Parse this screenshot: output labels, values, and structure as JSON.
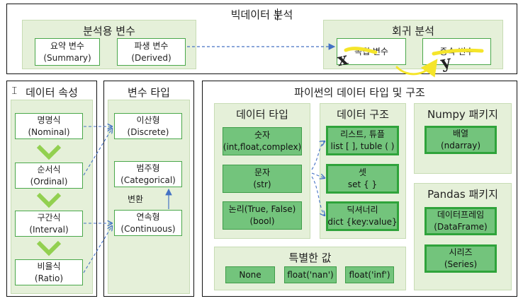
{
  "bigdata": {
    "title": "빅데이터 분석",
    "analysis_vars": {
      "title": "분석용 변수",
      "summary": {
        "line1": "요약 변수",
        "line2": "(Summary)"
      },
      "derived": {
        "line1": "파생 변수",
        "line2": "(Derived)"
      }
    },
    "regression": {
      "title": "회귀 분석",
      "independent": "독립 변수",
      "dependent": "종속 변수",
      "x_mark": "x",
      "y_mark": "y"
    }
  },
  "attributes": {
    "title": "데이터 속성",
    "items": [
      {
        "line1": "명명식",
        "line2": "(Nominal)"
      },
      {
        "line1": "순서식",
        "line2": "(Ordinal)"
      },
      {
        "line1": "구간식",
        "line2": "(Interval)"
      },
      {
        "line1": "비율식",
        "line2": "(Ratio)"
      }
    ]
  },
  "var_types": {
    "title": "변수 타입",
    "discrete": {
      "line1": "이산형",
      "line2": "(Discrete)"
    },
    "categorical": {
      "line1": "범주형",
      "line2": "(Categorical)"
    },
    "continuous": {
      "line1": "연속형",
      "line2": "(Continuous)"
    },
    "convert_label": "변환"
  },
  "python": {
    "title": "파이썬의 데이터 타입 및 구조",
    "data_types": {
      "title": "데이터 타입",
      "number": {
        "line1": "숫자",
        "line2": "(int,float,complex)"
      },
      "string": {
        "line1": "문자",
        "line2": "(str)"
      },
      "logic": {
        "line1": "논리(True, False)",
        "line2": "(bool)"
      }
    },
    "data_structures": {
      "title": "데이터 구조",
      "list": {
        "line1": "리스트, 튜플",
        "line2": "list [ ], tuble ( )"
      },
      "set": {
        "line1": "셋",
        "line2": "set { }"
      },
      "dict": {
        "line1": "딕셔너리",
        "line2": "dict {key:value}"
      }
    },
    "special_values": {
      "title": "특별한 값",
      "items": [
        "None",
        "float('nan')",
        "float('inf')"
      ]
    },
    "numpy": {
      "title": "Numpy 패키지",
      "array": {
        "line1": "배열",
        "line2": "(ndarray)"
      }
    },
    "pandas": {
      "title": "Pandas 패키지",
      "dataframe": {
        "line1": "데이터프레임",
        "line2": "(DataFrame)"
      },
      "series": {
        "line1": "시리즈",
        "line2": "(Series)"
      }
    }
  },
  "colors": {
    "panel_fill": "#e5f0d9",
    "box_border": "#4aa84a",
    "medium_green": "#73c47c",
    "arrow_blue": "#4472c4",
    "highlight_yellow": "#f5f52a"
  }
}
